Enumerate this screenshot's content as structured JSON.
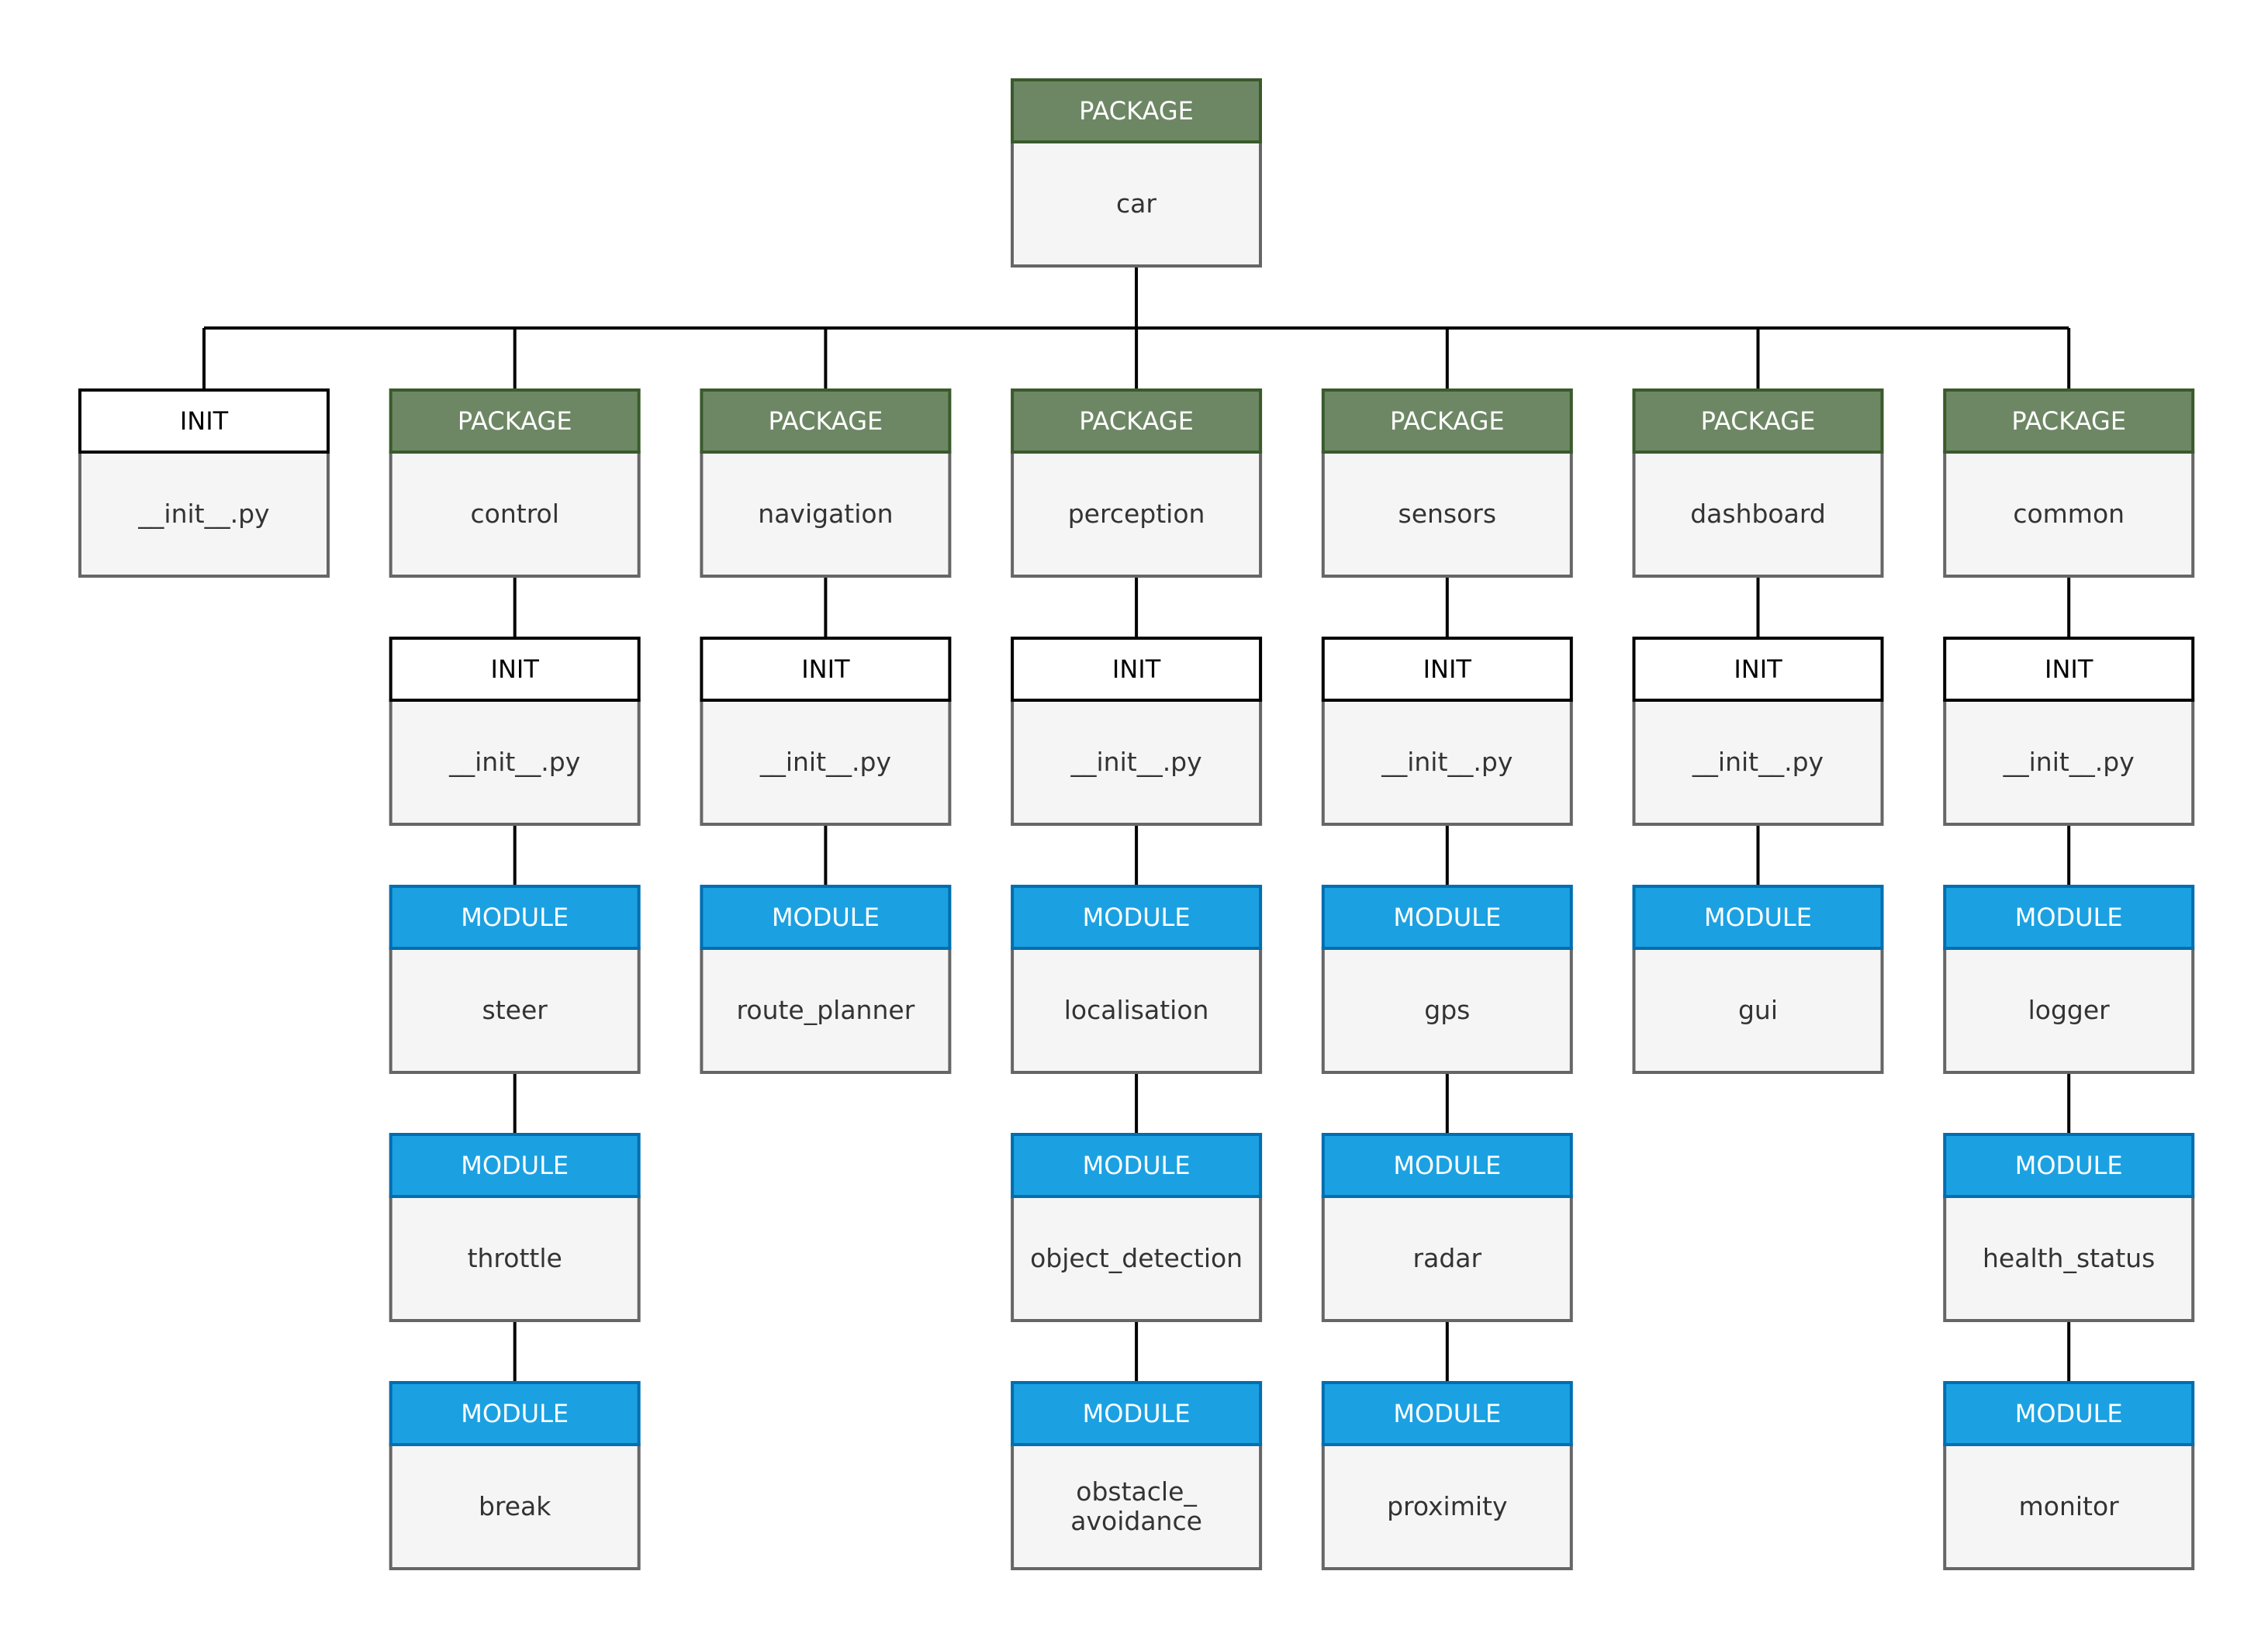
{
  "colors": {
    "package_header": "#6d8764",
    "package_border": "#3a5a2c",
    "module_header": "#1ba1e2",
    "module_border": "#006eaf",
    "init_header": "#ffffff",
    "init_border": "#000000",
    "body_fill": "#f5f5f5",
    "body_border": "#666666",
    "connector": "#000000"
  },
  "root": {
    "type": "PACKAGE",
    "name": [
      "car"
    ]
  },
  "children": [
    {
      "type": "INIT",
      "name": [
        "__init__.py"
      ],
      "children": []
    },
    {
      "type": "PACKAGE",
      "name": [
        "control"
      ],
      "children": [
        {
          "type": "INIT",
          "name": [
            "__init__.py"
          ]
        },
        {
          "type": "MODULE",
          "name": [
            "steer"
          ]
        },
        {
          "type": "MODULE",
          "name": [
            "throttle"
          ]
        },
        {
          "type": "MODULE",
          "name": [
            "break"
          ]
        }
      ]
    },
    {
      "type": "PACKAGE",
      "name": [
        "navigation"
      ],
      "children": [
        {
          "type": "INIT",
          "name": [
            "__init__.py"
          ]
        },
        {
          "type": "MODULE",
          "name": [
            "route_planner"
          ]
        }
      ]
    },
    {
      "type": "PACKAGE",
      "name": [
        "perception"
      ],
      "children": [
        {
          "type": "INIT",
          "name": [
            "__init__.py"
          ]
        },
        {
          "type": "MODULE",
          "name": [
            "localisation"
          ]
        },
        {
          "type": "MODULE",
          "name": [
            "object_detection"
          ]
        },
        {
          "type": "MODULE",
          "name": [
            "obstacle_",
            "avoidance"
          ]
        }
      ]
    },
    {
      "type": "PACKAGE",
      "name": [
        "sensors"
      ],
      "children": [
        {
          "type": "INIT",
          "name": [
            "__init__.py"
          ]
        },
        {
          "type": "MODULE",
          "name": [
            "gps"
          ]
        },
        {
          "type": "MODULE",
          "name": [
            "radar"
          ]
        },
        {
          "type": "MODULE",
          "name": [
            "proximity"
          ]
        }
      ]
    },
    {
      "type": "PACKAGE",
      "name": [
        "dashboard"
      ],
      "children": [
        {
          "type": "INIT",
          "name": [
            "__init__.py"
          ]
        },
        {
          "type": "MODULE",
          "name": [
            "gui"
          ]
        }
      ]
    },
    {
      "type": "PACKAGE",
      "name": [
        "common"
      ],
      "children": [
        {
          "type": "INIT",
          "name": [
            "__init__.py"
          ]
        },
        {
          "type": "MODULE",
          "name": [
            "logger"
          ]
        },
        {
          "type": "MODULE",
          "name": [
            "health_status"
          ]
        },
        {
          "type": "MODULE",
          "name": [
            "monitor"
          ]
        }
      ]
    }
  ]
}
